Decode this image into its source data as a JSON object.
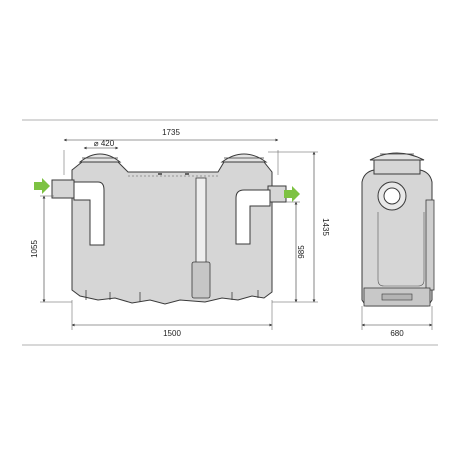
{
  "dimensions": {
    "overall_length": "1735",
    "manhole_diameter": "⌀ 420",
    "inlet_height": "1055",
    "outlet_height": "985",
    "overall_height": "1435",
    "base_length": "1500",
    "width": "680"
  },
  "colors": {
    "tank_fill": "#d6d6d6",
    "tank_stroke": "#3a3a3a",
    "flow_arrow": "#7dc242",
    "dimension_line": "#333333"
  },
  "icons": {
    "inlet": "inlet-arrow-icon",
    "outlet": "outlet-arrow-icon"
  }
}
